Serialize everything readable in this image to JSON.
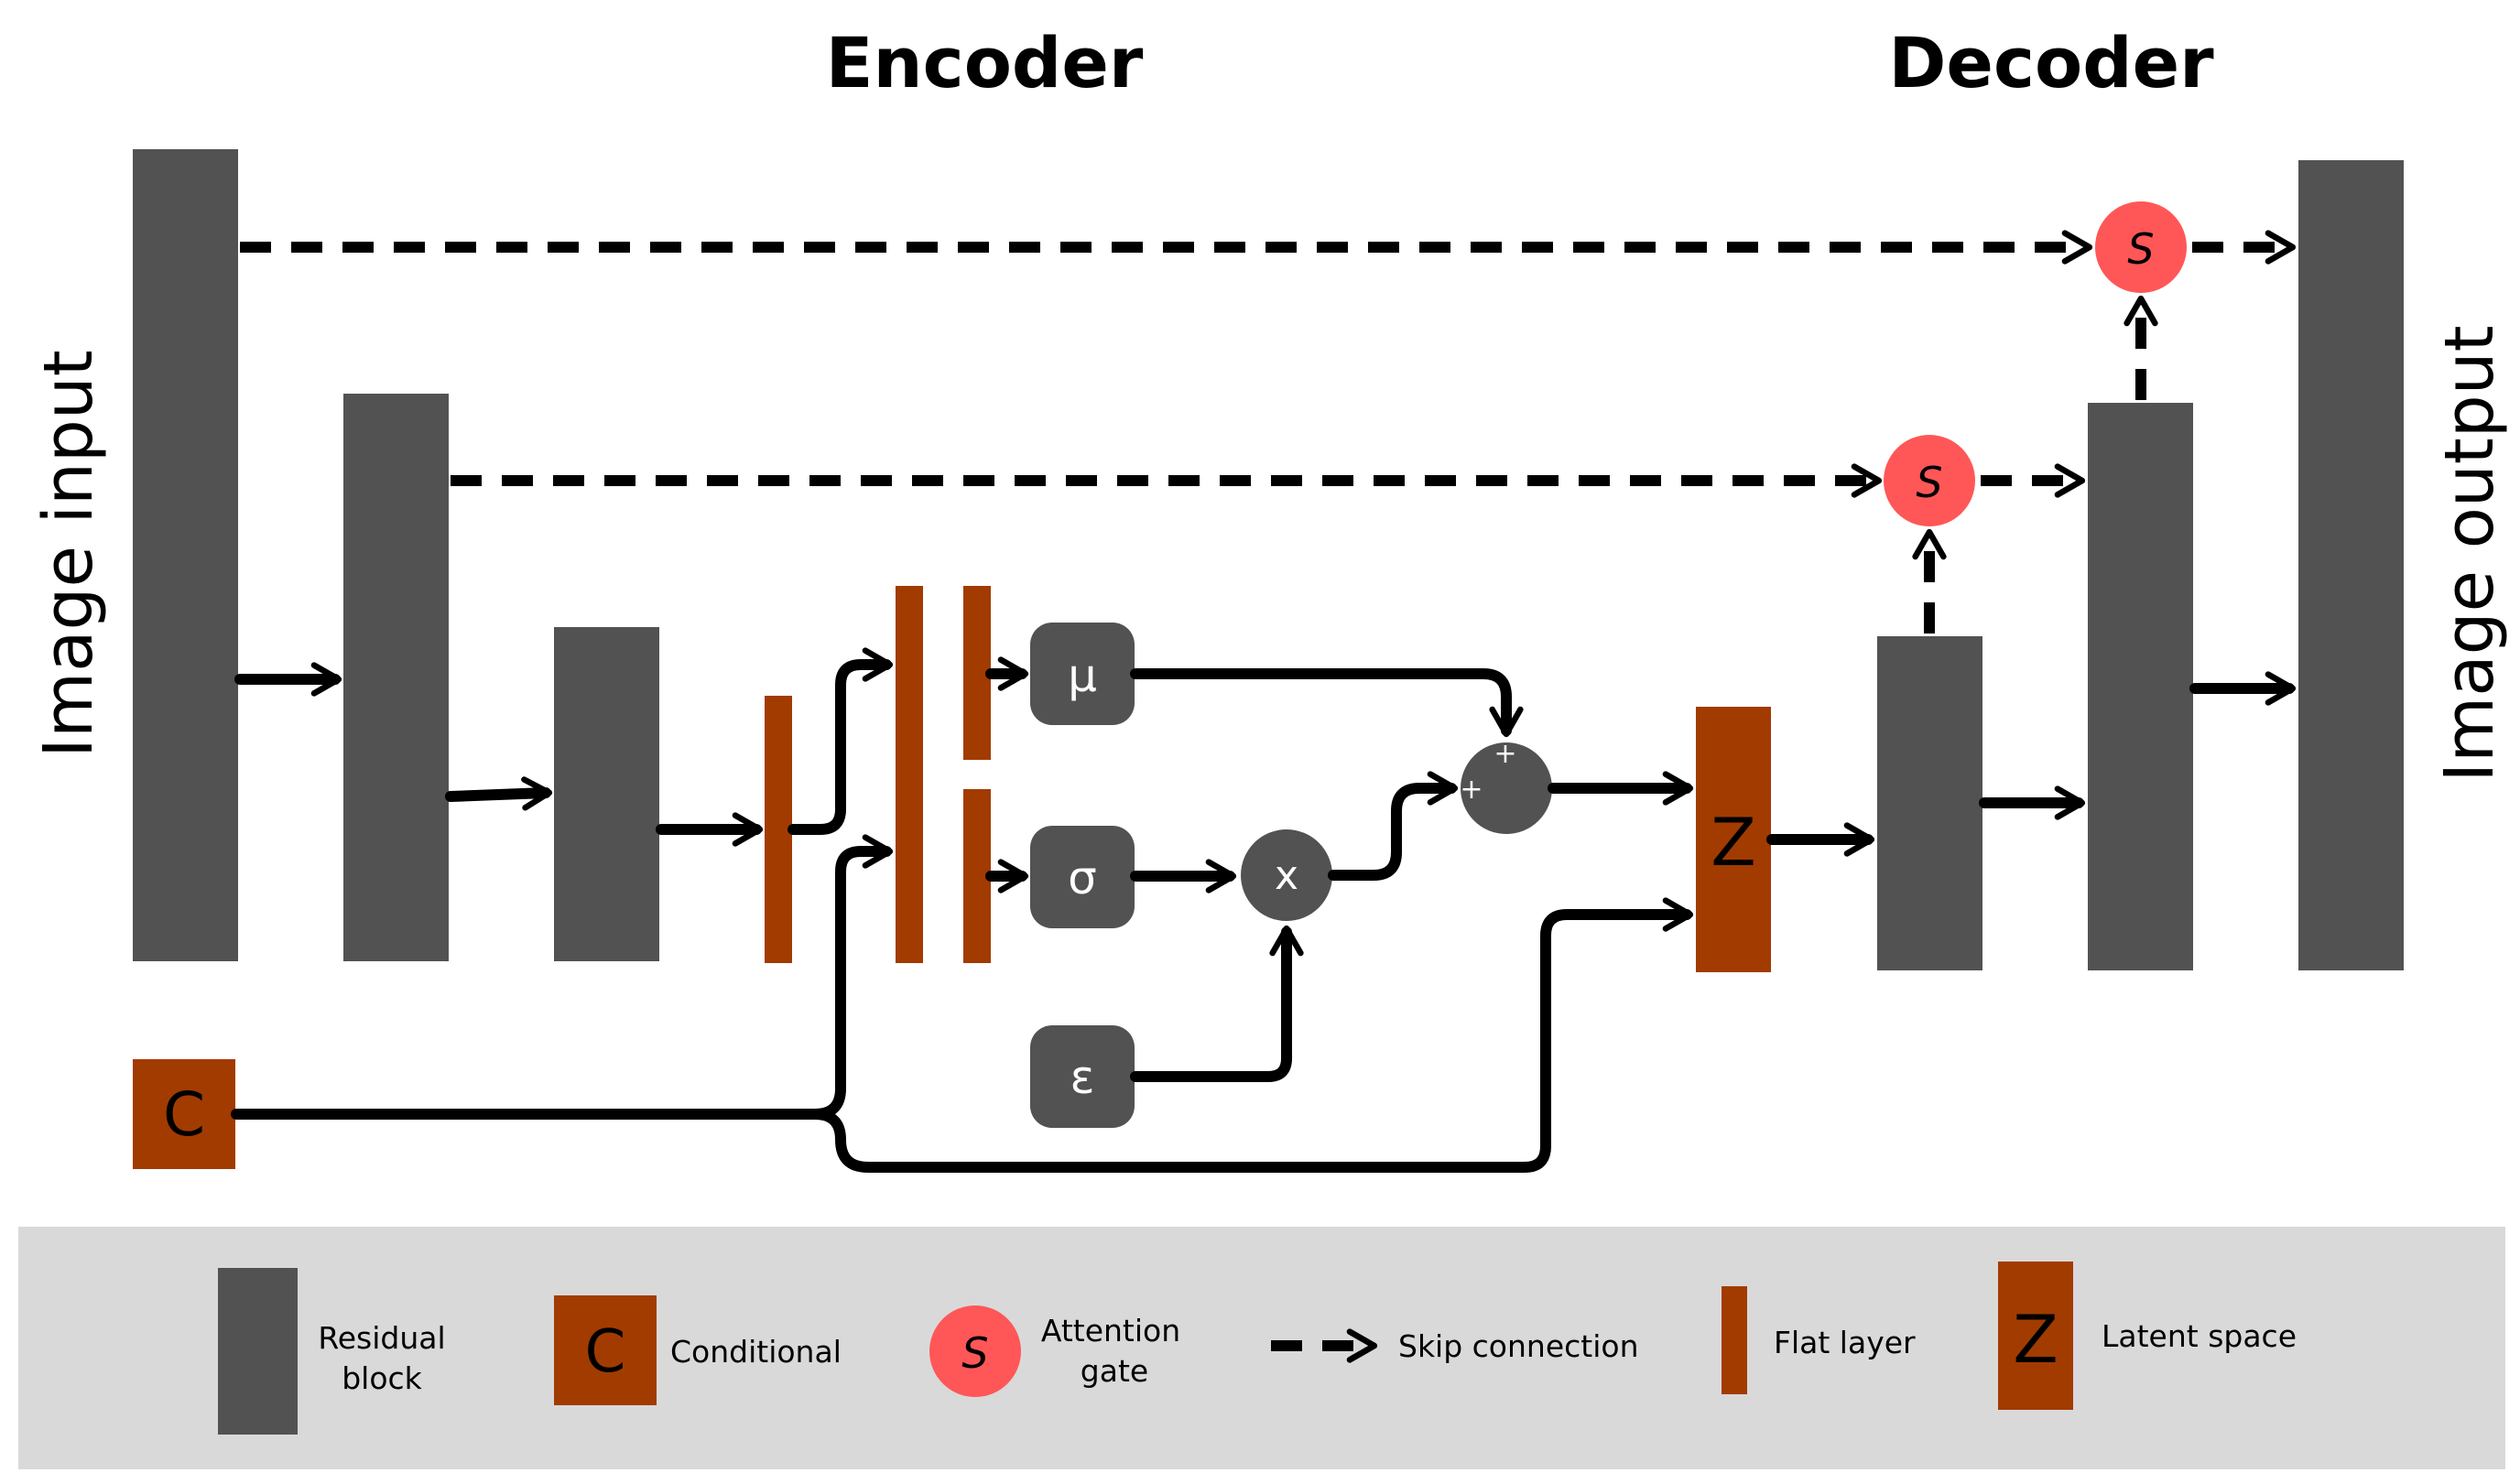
{
  "headings": {
    "encoder": "Encoder",
    "decoder": "Decoder"
  },
  "side_labels": {
    "input": "Image input",
    "output": "Image output"
  },
  "nodes": {
    "mu": "μ",
    "sigma": "σ",
    "epsilon": "ε",
    "multiply": "x",
    "plus_a": "+",
    "plus_b": "+",
    "latent": "Z",
    "conditional": "C",
    "attention_symbol": "S"
  },
  "legend": {
    "residual_line1": "Residual",
    "residual_line2": "block",
    "conditional": "Conditional",
    "attention_line1": "Attention",
    "attention_line2": "gate",
    "skip": "Skip connection",
    "flat": "Flat layer",
    "latent": "Latent space",
    "latent_symbol": "Z",
    "conditional_symbol": "C",
    "attention_symbol": "S"
  },
  "colors": {
    "residual_block": "#525252",
    "flat_layer": "#a23b00",
    "attention_gate": "#ff5757",
    "legend_background": "#d9d9d9",
    "line": "#000000"
  }
}
